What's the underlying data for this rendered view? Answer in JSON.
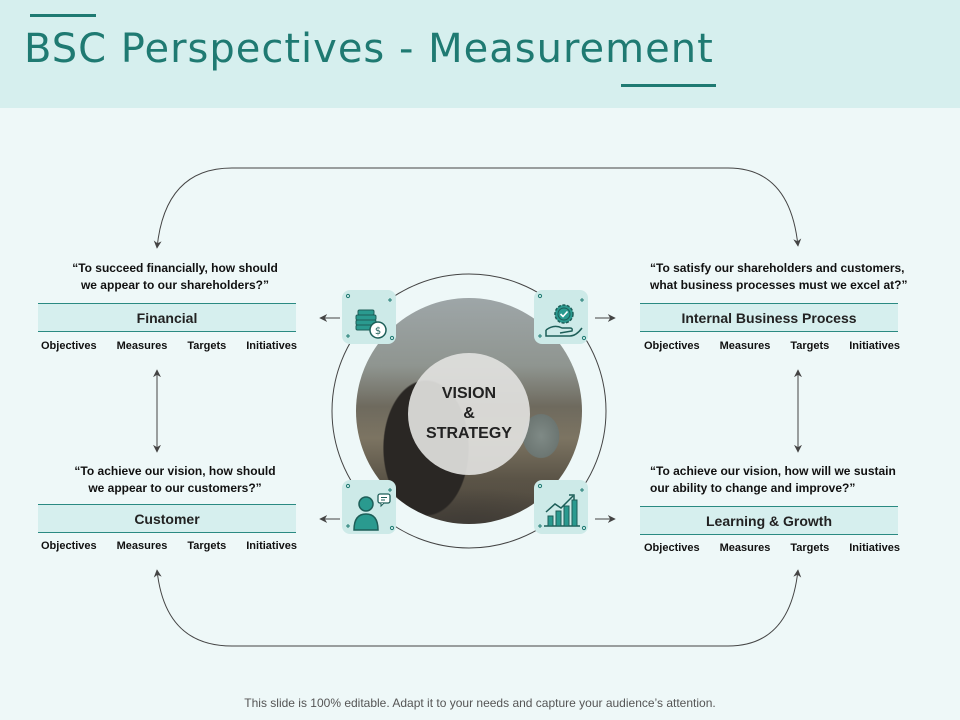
{
  "title": "BSC Perspectives - Measurement",
  "center": {
    "line1": "VISION",
    "line2": "&",
    "line3": "STRATEGY"
  },
  "columns": [
    "Objectives",
    "Measures",
    "Targets",
    "Initiatives"
  ],
  "perspectives": {
    "financial": {
      "label": "Financial",
      "quote_line1": "“To succeed financially, how should",
      "quote_line2": "we appear to our shareholders?”"
    },
    "internal": {
      "label": "Internal Business Process",
      "quote_line1": "“To satisfy our shareholders and customers,",
      "quote_line2": "what business processes must we excel at?”"
    },
    "customer": {
      "label": "Customer",
      "quote_line1": "“To achieve our vision, how should",
      "quote_line2": "we appear to our customers?”"
    },
    "learning": {
      "label": "Learning & Growth",
      "quote_line1": "“To achieve our vision, how will we sustain",
      "quote_line2": "our ability to change and improve?”"
    }
  },
  "icons": {
    "financial": "coins-dollar-icon",
    "internal": "gear-hand-icon",
    "customer": "customer-support-icon",
    "learning": "growth-chart-icon"
  },
  "colors": {
    "accent": "#1f7a72",
    "band": "#d6efee",
    "background": "#eef8f8"
  },
  "footer": "This slide is 100% editable. Adapt it to your needs and capture your audience’s attention."
}
